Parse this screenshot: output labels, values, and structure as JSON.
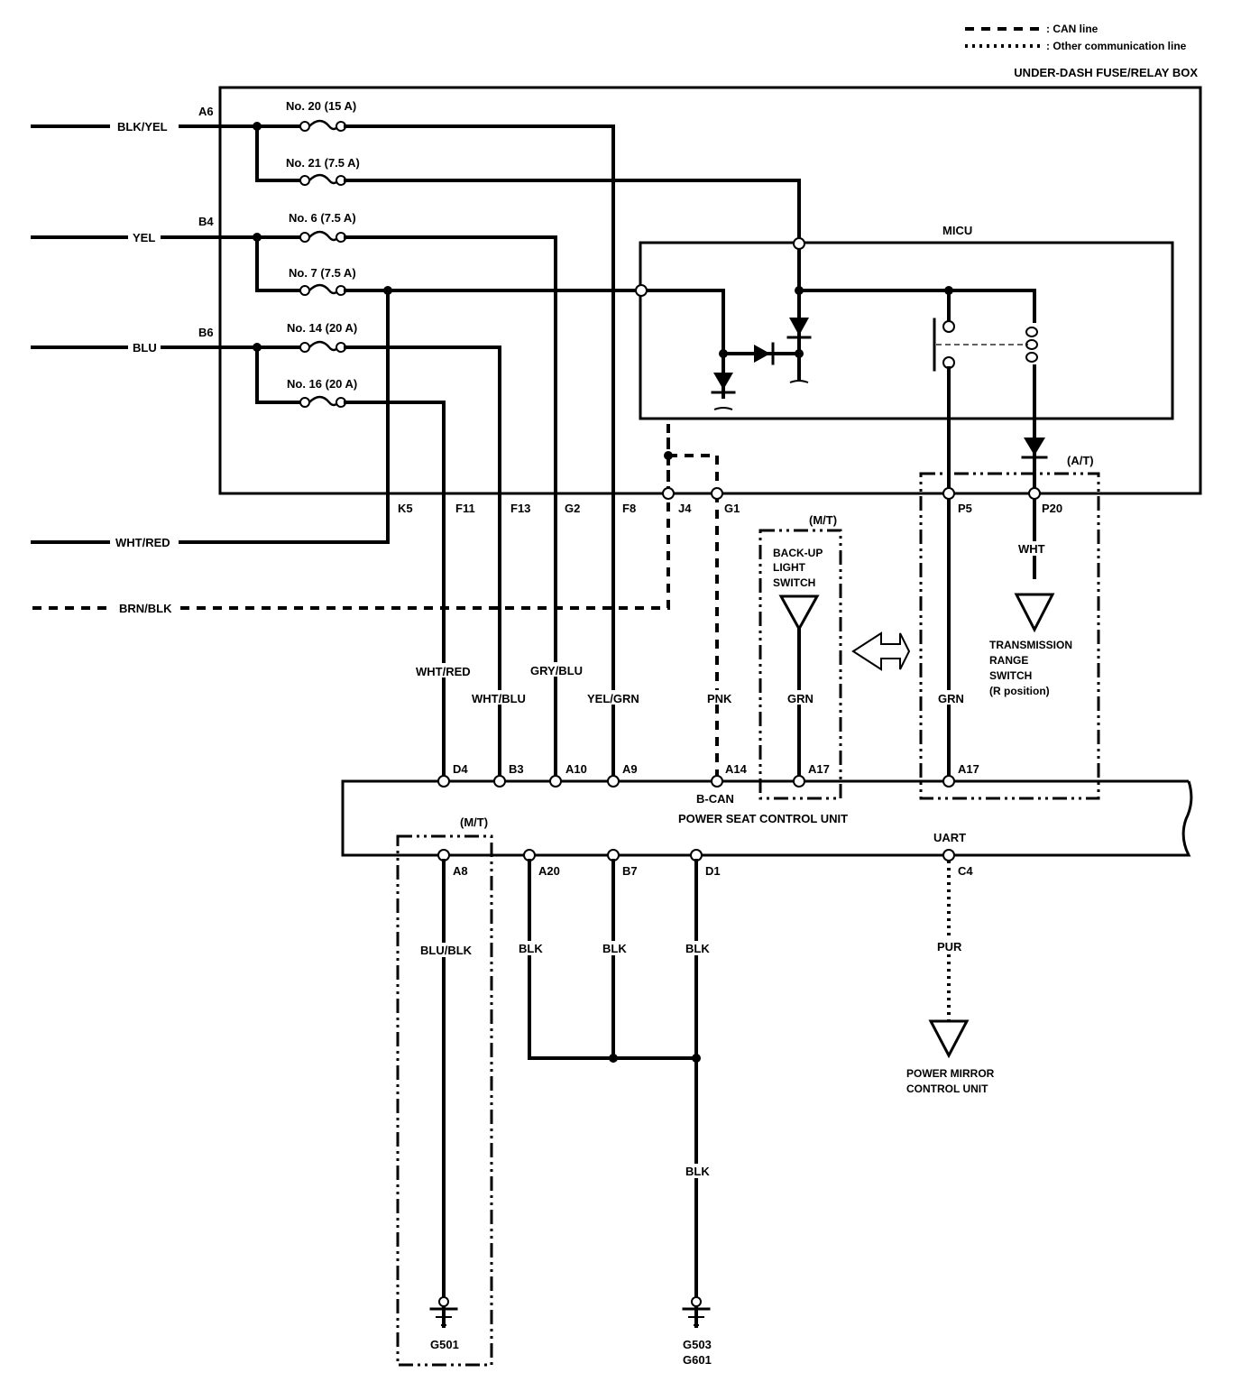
{
  "legend": {
    "can_line": ": CAN line",
    "other_line": ": Other communication line"
  },
  "fuse_box": {
    "title": "UNDER-DASH FUSE/RELAY BOX",
    "fuses": [
      {
        "label": "No. 20 (15 A)"
      },
      {
        "label": "No. 21 (7.5 A)"
      },
      {
        "label": "No. 6 (7.5 A)"
      },
      {
        "label": "No. 7 (7.5 A)"
      },
      {
        "label": "No. 14 (20 A)"
      },
      {
        "label": "No. 16 (20 A)"
      }
    ],
    "inputs": [
      {
        "wire": "BLK/YEL",
        "terminal": "A6"
      },
      {
        "wire": "YEL",
        "terminal": "B4"
      },
      {
        "wire": "BLU",
        "terminal": "B6"
      },
      {
        "wire": "WHT/RED",
        "terminal": ""
      },
      {
        "wire": "BRN/BLK",
        "terminal": ""
      }
    ],
    "bottom_terminals": [
      "K5",
      "F11",
      "F13",
      "G2",
      "F8",
      "J4",
      "G1",
      "P5",
      "P20"
    ]
  },
  "micu": {
    "title": "MICU"
  },
  "middle_wires": {
    "d4": "WHT/RED",
    "b3": "WHT/BLU",
    "a10": "GRY/BLU",
    "a9": "YEL/GRN",
    "a14": "PNK",
    "bu_grn": "GRN",
    "p5_grn": "GRN",
    "p20_wht": "WHT"
  },
  "variants": {
    "mt": "(M/T)",
    "at": "(A/T)",
    "mt_bottom": "(M/T)"
  },
  "backup_switch": {
    "line1": "BACK-UP",
    "line2": "LIGHT",
    "line3": "SWITCH"
  },
  "trans_switch": {
    "line1": "TRANSMISSION",
    "line2": "RANGE",
    "line3": "SWITCH",
    "line4": "(R position)"
  },
  "psu": {
    "title": "POWER SEAT CONTROL UNIT",
    "bcan": "B-CAN",
    "uart": "UART",
    "top_terminals": [
      "D4",
      "B3",
      "A10",
      "A9",
      "A14",
      "A17",
      "A17"
    ],
    "bottom_terminals": [
      "A8",
      "A20",
      "B7",
      "D1",
      "C4"
    ]
  },
  "lower_wires": {
    "a8": "BLU/BLK",
    "a20": "BLK",
    "b7": "BLK",
    "d1": "BLK",
    "d1_lower": "BLK",
    "c4": "PUR"
  },
  "mirror": {
    "line1": "POWER MIRROR",
    "line2": "CONTROL UNIT"
  },
  "grounds": {
    "g501": "G501",
    "g503": "G503",
    "g601": "G601"
  }
}
